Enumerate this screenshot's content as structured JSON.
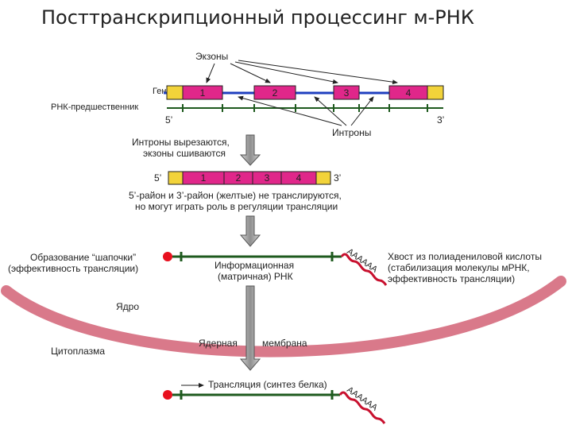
{
  "title": "Посттранскрипционный процессинг м-РНК",
  "labels": {
    "exons": "Экзоны",
    "gene": "Ген",
    "pre_rna": "РНК-предшественник",
    "five_prime": "5’",
    "three_prime": "3’",
    "introns": "Интроны",
    "splice_line1": "Интроны вырезаются,",
    "splice_line2": "экзоны сшиваются",
    "utr_line1": "5’-район и 3’-район (желтые) не транслируются,",
    "utr_line2": "но могут играть роль в регуляции трансляции",
    "cap_line1": "Образование “шапочки”",
    "cap_line2": "(эффективность трансляции)",
    "mrna_line1": "Информационная",
    "mrna_line2": "(матричная) РНК",
    "tail_line1": "Хвост из полиадениловой кислоты",
    "tail_line2": "(стабилизация молекулы мРНК,",
    "tail_line3": "эффективность трансляции)",
    "poly_a": "AAAAAA",
    "nucleus": "Ядро",
    "cytoplasm": "Цитоплазма",
    "membrane_left": "Ядерная",
    "membrane_right": "мембрана",
    "translation": "Трансляция (синтез белка)"
  },
  "exon_numbers": [
    "1",
    "2",
    "3",
    "4"
  ],
  "colors": {
    "utr": "#f2d33a",
    "exon": "#e0278a",
    "intron": "#1f3fbf",
    "mrna_line": "#1e5a1e",
    "poly_a_tail": "#c8102e",
    "cap": "#e8101e",
    "membrane": "#d9798a",
    "process_arrow": "#999999"
  }
}
